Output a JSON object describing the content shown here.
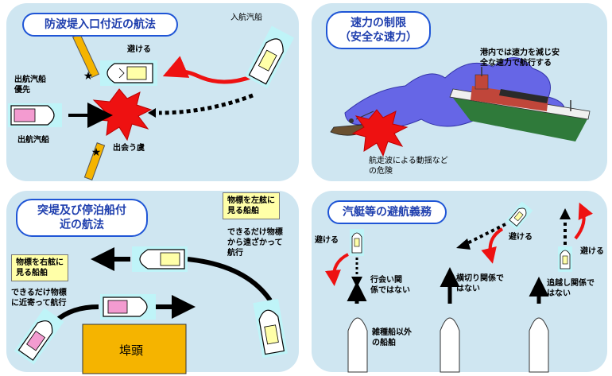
{
  "panels": {
    "p1": {
      "title": "防波堤入口付近の航法",
      "incoming_ship": "入航汽船",
      "avoid": "避ける",
      "outgoing_priority": "出航汽船\n優先",
      "outgoing_ship": "出航汽船",
      "meeting_risk": "出会う虞"
    },
    "p2": {
      "title": "速力の制限\n（安全な速力）",
      "harbor_note": "港内では速力を減じ安\n全な速力で航行する",
      "wake_note": "航走波による動揺など\nの危険"
    },
    "p3": {
      "title": "突堤及び停泊船付\n近の航法",
      "starboard_note": "物標を右舷に\n見る船舶",
      "starboard_action": "できるだけ物標\nに近寄って航行",
      "port_note": "物標を左舷に\n見る船舶",
      "port_action": "できるだけ物標\nから遠ざかって\n航行",
      "wharf": "埠頭"
    },
    "p4": {
      "title": "汽艇等の避航義務",
      "avoid": "避ける",
      "case1": "行会い関\n係ではない",
      "case2": "横切り関係で\nはない",
      "case3": "追越し関係で\nはない",
      "non_small_vessel": "雑種船以外\nの船舶"
    }
  },
  "colors": {
    "panel": "#cfe6f1",
    "title_border": "#1f55d6",
    "arrow_red": "#ee1111",
    "explosion": "#ee1111",
    "note_bg": "#ffffa8",
    "wharf": "#f5b400"
  }
}
